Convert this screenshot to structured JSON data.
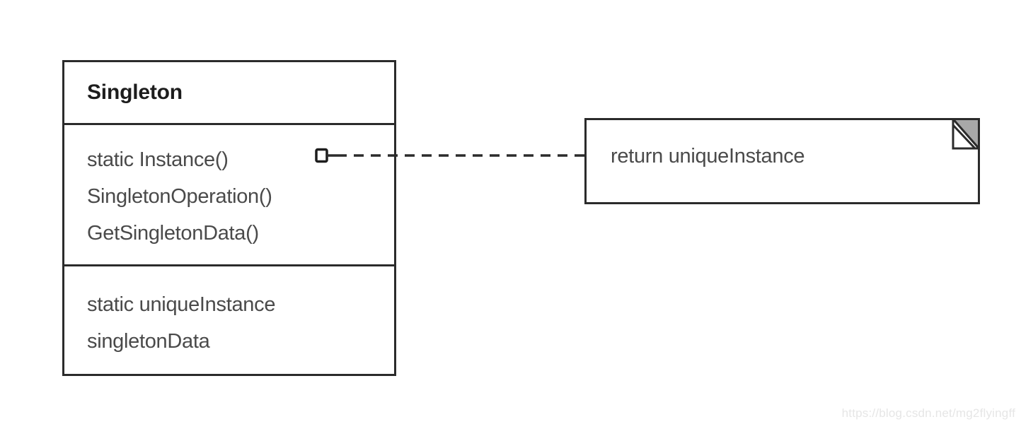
{
  "diagram": {
    "kind": "uml-class-diagram",
    "title": "Singleton",
    "background_color": "#ffffff",
    "stroke_color": "#2b2b2b",
    "text_color": "#4a4a4a",
    "note_fold_fill": "#a8a8a8"
  },
  "class_box": {
    "name": "Singleton",
    "operations": [
      "static Instance()",
      "SingletonOperation()",
      "GetSingletonData()"
    ],
    "attributes": [
      "static uniqueInstance",
      "singletonData"
    ]
  },
  "note": {
    "text": "return uniqueInstance"
  },
  "connector": {
    "style": "dashed",
    "endpoint_marker": "socket-square",
    "from": "static Instance()",
    "to": "return uniqueInstance"
  },
  "watermark": {
    "text": "https://blog.csdn.net/mg2flyingff"
  }
}
